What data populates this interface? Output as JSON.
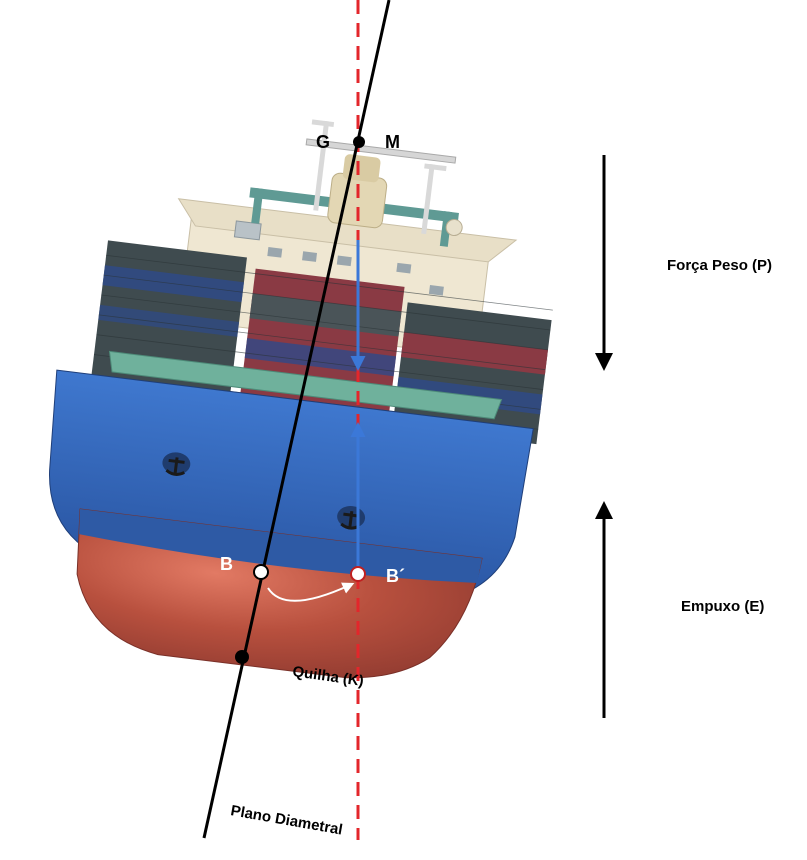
{
  "labels": {
    "g": "G",
    "m": "M",
    "b": "B",
    "b_prime": "B´",
    "keel": "Quilha (K)",
    "diametral_plane": "Plano Diametral",
    "weight_force": "Força Peso (P)",
    "buoyancy": "Empuxo (E)"
  },
  "colors": {
    "hull_blue": "#2f62b3",
    "hull_red": "#b34a3b",
    "vertical_line": "#e3262b",
    "force_arrow": "#3b78d8",
    "superstructure": "#efe7d2",
    "container_dark": "#3f4b4f",
    "container_red": "#8a3a44",
    "container_blue": "#2e4a8a"
  },
  "icons": [
    "anchor-icon",
    "anchor-icon"
  ]
}
